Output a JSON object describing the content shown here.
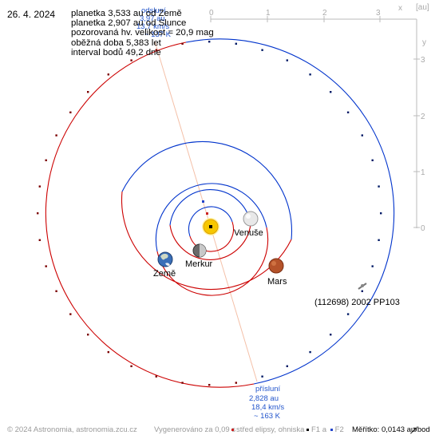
{
  "date": "26. 4. 2024",
  "info_lines": [
    "planetka 3,533 au od Země",
    "planetka 2,907 au od Slunce",
    "pozorovaná hv. velikost = 20,9 mag",
    "oběžná doba 5,383 let",
    "interval bodů 49,2 dne"
  ],
  "axis": {
    "unit": "[au]",
    "x_letter": "x",
    "y_letter": "y",
    "x_ticks": [
      "0",
      "1",
      "2",
      "3"
    ],
    "y_ticks": [
      "3",
      "2",
      "1",
      "0"
    ]
  },
  "aphelion": {
    "label": "odsluní",
    "distance": "3,97 au",
    "speed": "13,7 km/s",
    "temp": "~ 137 K"
  },
  "perihelion": {
    "label": "přísluní",
    "distance": "2,828 au",
    "speed": "18,4 km/s",
    "temp": "~ 163 K"
  },
  "bodies": {
    "venus": "Venuše",
    "mercury": "Merkur",
    "earth": "Země",
    "mars": "Mars",
    "asteroid": "(112698) 2002 PP103"
  },
  "footer": {
    "copyright": "© 2024 Astronomia, astronomia.zcu.cz",
    "generated": "Vygenerováno za 0,09 s",
    "legend_center": "střed elipsy, ohniska",
    "legend_f1": "F1 a",
    "legend_f2": "F2",
    "scale": "Měřítko: 0,0143 au/bod"
  },
  "colors": {
    "orbit_above": "#cc0000",
    "orbit_below": "#0033cc",
    "apsis_line": "#f4c0a8",
    "label_blue": "#2255cc",
    "axis_gray": "#aaaaaa"
  }
}
